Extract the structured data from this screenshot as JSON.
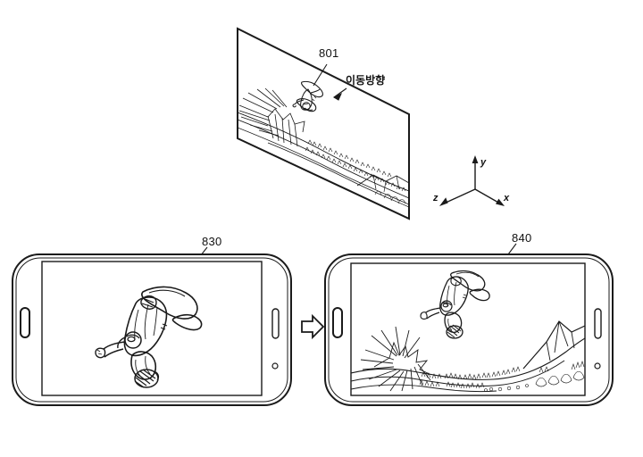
{
  "figure": {
    "type": "patent-diagram",
    "background_color": "#ffffff",
    "ink_color": "#1a1a1a"
  },
  "content_plane": {
    "name": "perspective-content-plane",
    "ref_number": "801",
    "direction_label": "이동방향",
    "scene": {
      "subject": "snowboarder performing an inverted aerial trick",
      "background": "snow slope with powder spray burst, trees, mountain ridge"
    }
  },
  "axis_indicator": {
    "name": "xyz-axis-indicator",
    "labels": {
      "x": "x",
      "y": "y",
      "z": "z"
    }
  },
  "phones": [
    {
      "ref_number": "830",
      "name": "phone-zoomed-in",
      "screen_content": "close-up crop of the snowboarder only"
    },
    {
      "ref_number": "840",
      "name": "phone-zoomed-out",
      "screen_content": "wide view with snowboarder plus full snow landscape"
    }
  ],
  "transition": {
    "name": "transition-arrow",
    "glyph": "⇨",
    "meaning": "left view changes to right view"
  }
}
